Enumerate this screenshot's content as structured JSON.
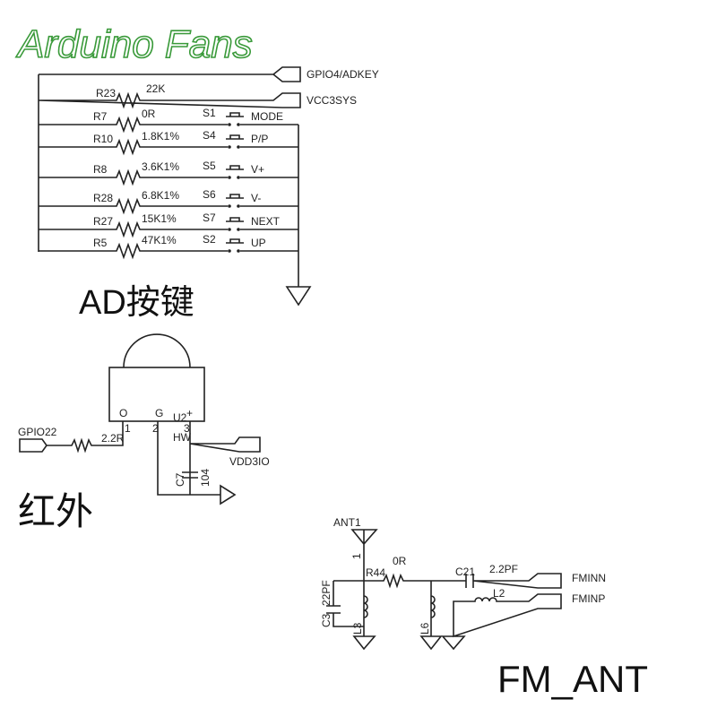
{
  "logo": "Arduino Fans",
  "adkey": {
    "title": "AD按键",
    "net_gpio": "GPIO4/ADKEY",
    "net_vcc": "VCC3SYS",
    "pullup": {
      "ref": "R23",
      "value": "22K"
    },
    "rows": [
      {
        "res": "R7",
        "value": "0R",
        "sw": "S1",
        "label": "MODE"
      },
      {
        "res": "R10",
        "value": "1.8K1%",
        "sw": "S4",
        "label": "P/P"
      },
      {
        "res": "R8",
        "value": "3.6K1%",
        "sw": "S5",
        "label": "V+"
      },
      {
        "res": "R28",
        "value": "6.8K1%",
        "sw": "S6",
        "label": "V-"
      },
      {
        "res": "R27",
        "value": "15K1%",
        "sw": "S7",
        "label": "NEXT"
      },
      {
        "res": "R5",
        "value": "47K1%",
        "sw": "S2",
        "label": "UP"
      }
    ]
  },
  "ir": {
    "title": "红外",
    "net_in": "GPIO22",
    "res_value": "2.2R",
    "pin_o": "O",
    "pin_g": "G",
    "pin_plus": "+",
    "pin1": "1",
    "pin2": "2",
    "pin3": "3",
    "ref": "U2",
    "part": "HW",
    "net_vdd": "VDD3IO",
    "cap_ref": "C7",
    "cap_value": "104"
  },
  "fm": {
    "title": "FM_ANT",
    "ant": "ANT1",
    "ant_pin": "1",
    "r_ref": "R44",
    "r_value": "0R",
    "c3_ref": "C3",
    "c3_value": "22PF",
    "l3": "L3",
    "l6": "L6",
    "l2": "L2",
    "c21_ref": "C21",
    "c21_value": "2.2PF",
    "net_n": "FMINN",
    "net_p": "FMINP"
  }
}
